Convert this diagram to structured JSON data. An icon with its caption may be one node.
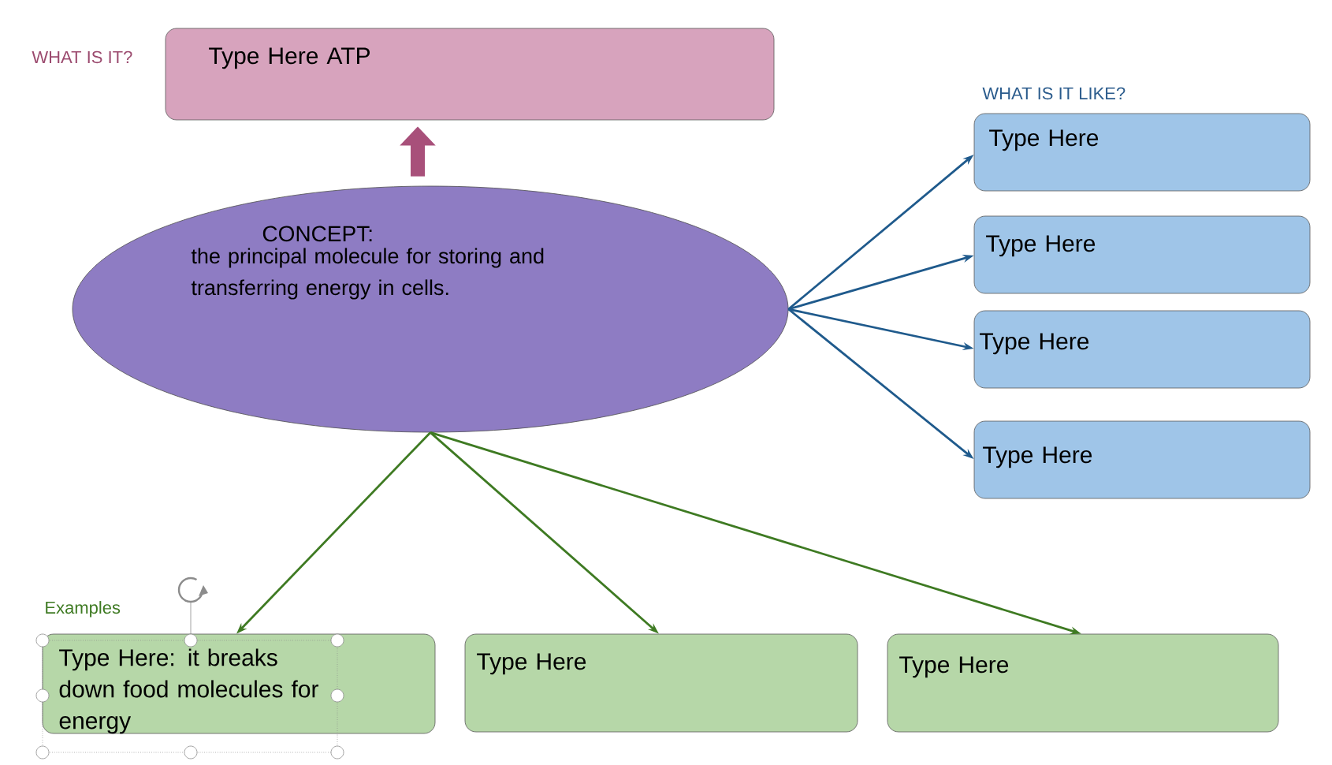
{
  "diagram": {
    "nodes": [
      {
        "text": [
          "CONCEPT:",
          "the principal molecule for storing and transferring energy in cells."
        ]
      },
      {
        "text": [
          "Type Here ATP"
        ]
      },
      {
        "text": [
          "Type Here"
        ]
      },
      {
        "text": [
          "Type Here"
        ]
      },
      {
        "text": [
          "Type Here"
        ]
      },
      {
        "text": [
          "Type Here"
        ]
      },
      {
        "text": [
          "Type Here: it breaks down food molecules for energy"
        ]
      },
      {
        "text": [
          "Type Here"
        ]
      },
      {
        "text": [
          "Type Here"
        ]
      }
    ],
    "edges": [
      {
        "from": 0,
        "to": 1,
        "arrow": "to",
        "style": "thick",
        "color": "#a8507a"
      },
      {
        "from": 0,
        "to": 2,
        "arrow": "to"
      },
      {
        "from": 0,
        "to": 3,
        "arrow": "to"
      },
      {
        "from": 0,
        "to": 4,
        "arrow": "to"
      },
      {
        "from": 0,
        "to": 5,
        "arrow": "to"
      },
      {
        "from": 0,
        "to": 6,
        "arrow": "to",
        "color": "#3e7a22"
      },
      {
        "from": 0,
        "to": 7,
        "arrow": "to",
        "color": "#3e7a22"
      },
      {
        "from": 0,
        "to": 8,
        "arrow": "to",
        "color": "#3e7a22"
      }
    ],
    "labels": [
      "WHAT IS IT?",
      "WHAT IS IT LIKE?",
      "Examples"
    ]
  }
}
